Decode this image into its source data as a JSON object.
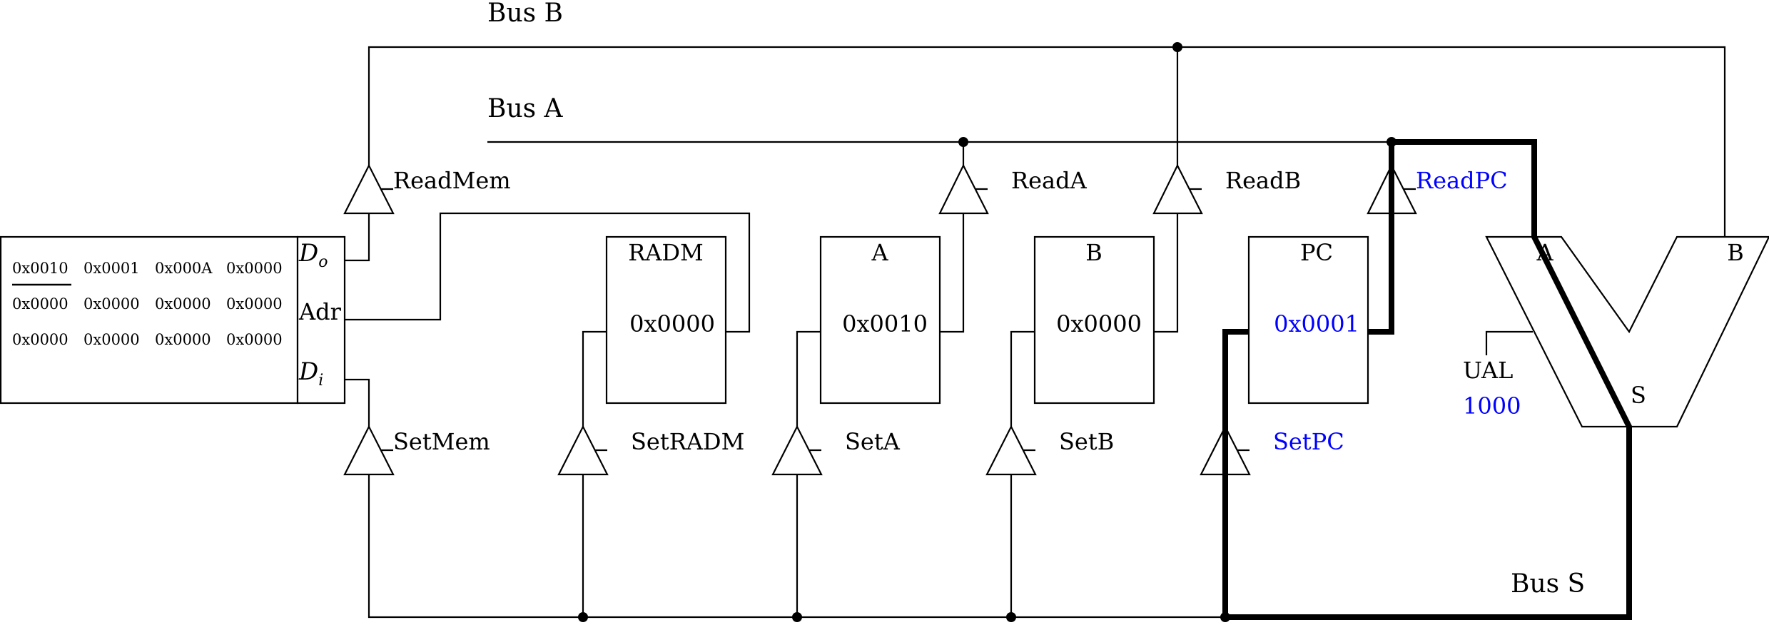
{
  "buses": {
    "bus_b": "Bus B",
    "bus_a": "Bus A",
    "bus_s": "Bus S"
  },
  "memory": {
    "cells": [
      [
        "0x0010",
        "0x0001",
        "0x000A",
        "0x0000"
      ],
      [
        "0x0000",
        "0x0000",
        "0x0000",
        "0x0000"
      ],
      [
        "0x0000",
        "0x0000",
        "0x0000",
        "0x0000"
      ]
    ],
    "selected_cell": "0x0010",
    "ports": {
      "do": "D",
      "do_sub": "o",
      "adr": "Adr",
      "di": "D",
      "di_sub": "i"
    }
  },
  "registers": [
    {
      "name": "RADM",
      "value": "0x0000",
      "active": false
    },
    {
      "name": "A",
      "value": "0x0010",
      "active": false
    },
    {
      "name": "B",
      "value": "0x0000",
      "active": false
    },
    {
      "name": "PC",
      "value": "0x0001",
      "active": true
    }
  ],
  "read_signals": [
    {
      "label": "ReadMem",
      "active": false
    },
    {
      "label": "ReadA",
      "active": false
    },
    {
      "label": "ReadB",
      "active": false
    },
    {
      "label": "ReadPC",
      "active": true
    }
  ],
  "set_signals": [
    {
      "label": "SetMem",
      "active": false
    },
    {
      "label": "SetRADM",
      "active": false
    },
    {
      "label": "SetA",
      "active": false
    },
    {
      "label": "SetB",
      "active": false
    },
    {
      "label": "SetPC",
      "active": true
    }
  ],
  "alu": {
    "label": "UAL",
    "opcode": "1000",
    "input_a": "A",
    "input_b": "B",
    "output": "S"
  },
  "colors": {
    "active": "#0000ff",
    "default": "#000000"
  }
}
